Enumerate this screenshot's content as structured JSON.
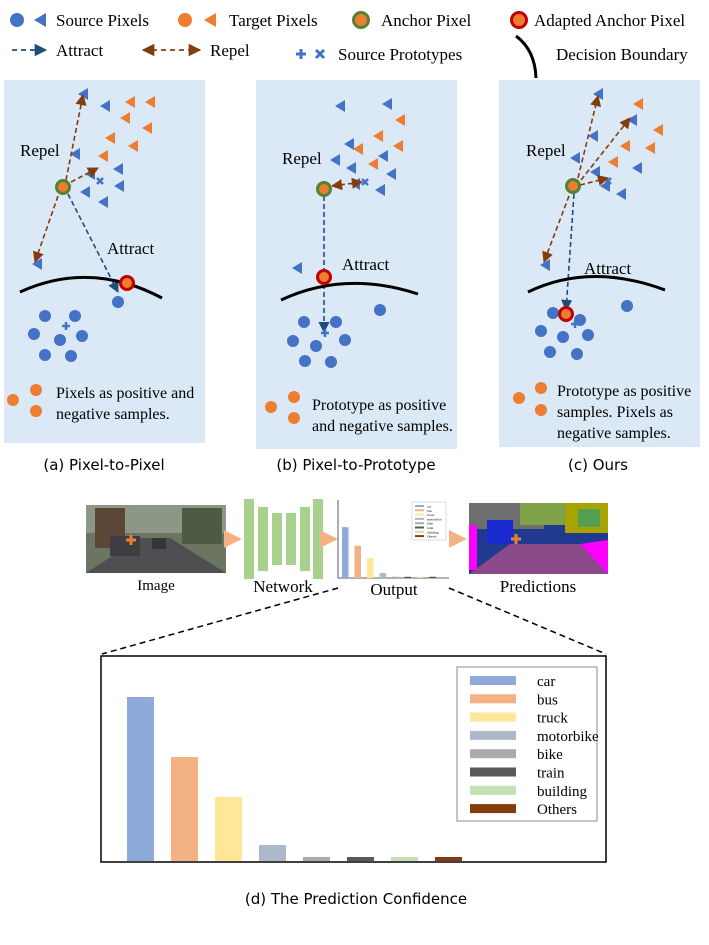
{
  "legend": {
    "source_pixels": "Source Pixels",
    "target_pixels": "Target Pixels",
    "anchor_pixel": "Anchor Pixel",
    "adapted_anchor_pixel": "Adapted Anchor Pixel",
    "attract": "Attract",
    "repel": "Repel",
    "source_prototypes": "Source Prototypes",
    "decision_boundary": "Decision Boundary"
  },
  "panels": [
    {
      "caption": "(a) Pixel-to-Pixel",
      "repel": "Repel",
      "attract": "Attract",
      "note1": "Pixels as positive and",
      "note2": "negative samples.",
      "note3": ""
    },
    {
      "caption": "(b) Pixel-to-Prototype",
      "repel": "Repel",
      "attract": "Attract",
      "note1": "Prototype as positive",
      "note2": "and negative samples.",
      "note3": ""
    },
    {
      "caption": "(c) Ours",
      "repel": "Repel",
      "attract": "Attract",
      "note1": "Prototype as positive",
      "note2": "samples. Pixels as",
      "note3": "negative samples."
    }
  ],
  "pipeline": {
    "image": "Image",
    "network": "Network",
    "output": "Output",
    "predictions": "Predictions"
  },
  "chart_caption": "(d) The Prediction Confidence",
  "colors": {
    "source_blue": "#4472c4",
    "target_orange": "#ed7d31",
    "panel_bg": "#dbe8f5",
    "anchor_green": "#548235",
    "adapted_red": "#c00000",
    "attract_line": "#1f4e79",
    "repel_line": "#843c0c"
  },
  "chart_data": {
    "type": "bar",
    "categories": [
      "car",
      "bus",
      "truck",
      "motorbike",
      "bike",
      "train",
      "building",
      "Others"
    ],
    "values": [
      0.82,
      0.52,
      0.32,
      0.08,
      0.02,
      0.02,
      0.02,
      0.02
    ],
    "colors": [
      "#8eaadb",
      "#f4b183",
      "#ffe699",
      "#adb9ca",
      "#aeaaaa",
      "#595959",
      "#c5e0b4",
      "#843c0c"
    ],
    "ylim": [
      0,
      1
    ],
    "legend_position": "top-right",
    "grid": false
  }
}
